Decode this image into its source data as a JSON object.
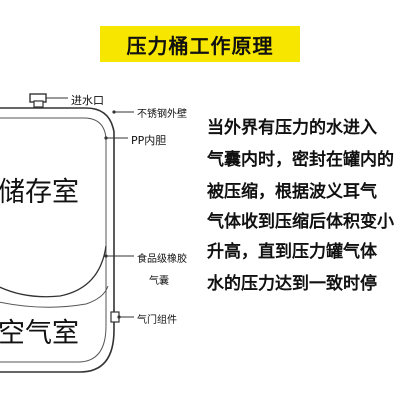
{
  "title": "压力桶工作原理",
  "labels": {
    "inlet": "进水口",
    "stainless_shell": "不锈钢外壁",
    "pp_liner": "PP内胆",
    "food_rubber": "食品级橡胶",
    "bladder": "气囊",
    "valve_assembly": "气门组件"
  },
  "chambers": {
    "storage": "储存室",
    "air": "空气室"
  },
  "description": [
    "当外界有压力的水进入",
    "气囊内时，密封在罐内的",
    "被压缩，根据波义耳气",
    "气体收到压缩后体积变小",
    "升高，直到压力罐气体",
    "水的压力达到一致时停"
  ],
  "colors": {
    "banner": "#f7e600",
    "text": "#111111",
    "outline": "#333333"
  }
}
